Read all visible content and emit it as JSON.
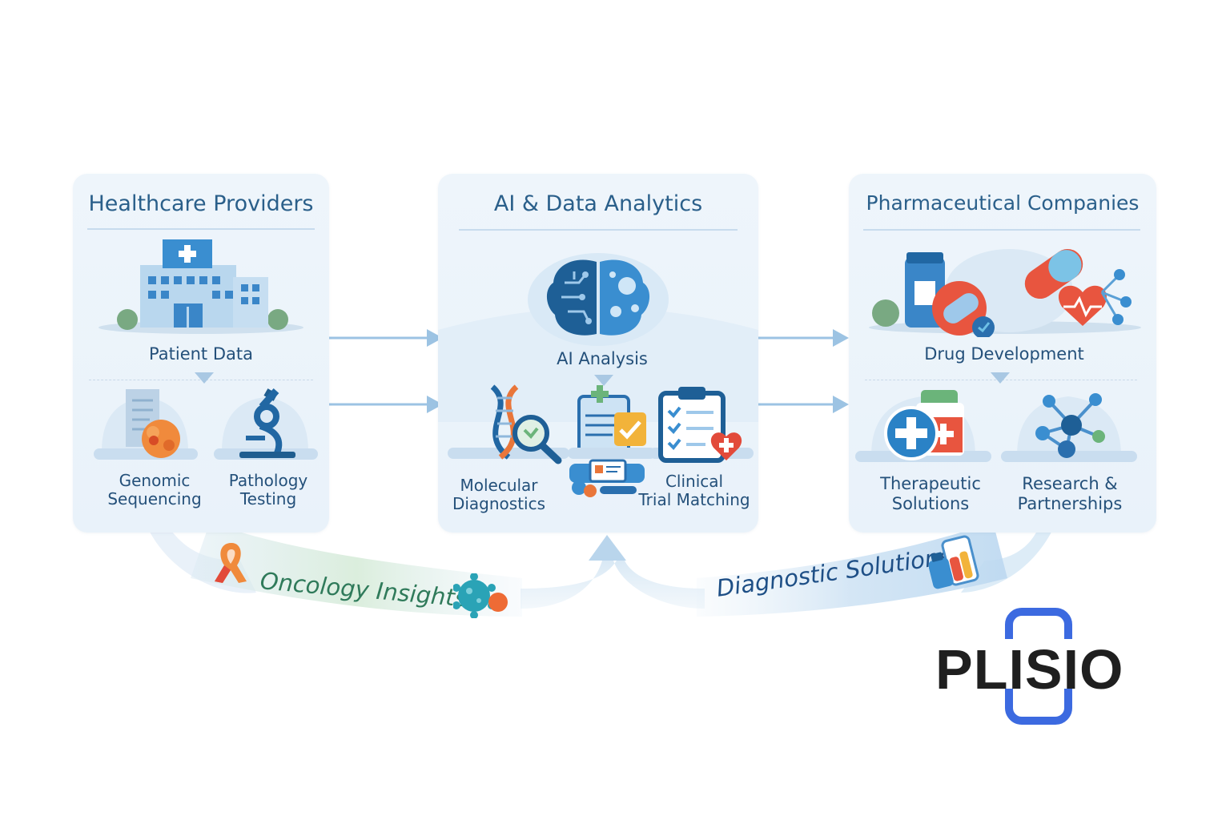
{
  "panels": {
    "providers": {
      "title": "Healthcare Providers",
      "hub_label": "Patient Data",
      "items": [
        "Genomic\nSequencing",
        "Pathology\nTesting"
      ]
    },
    "analytics": {
      "title": "AI & Data Analytics",
      "hub_label": "AI Analysis",
      "items": [
        "Molecular\nDiagnostics",
        "Clinical\nTrial Matching"
      ]
    },
    "pharma": {
      "title": "Pharmaceutical Companies",
      "hub_label": "Drug Development",
      "items": [
        "Therapeutic\nSolutions",
        "Research &\nPartnerships"
      ]
    }
  },
  "ribbons": {
    "left": "Oncology Insights",
    "right": "Diagnostic Solutions"
  },
  "logo": "PLISIO",
  "colors": {
    "panel_bg": "#eaf3fb",
    "title": "#2a5f8a",
    "label": "#24507a",
    "arrow": "#9cc3e3",
    "accent_red": "#e8553f",
    "logo_blue": "#3c6ae0"
  }
}
